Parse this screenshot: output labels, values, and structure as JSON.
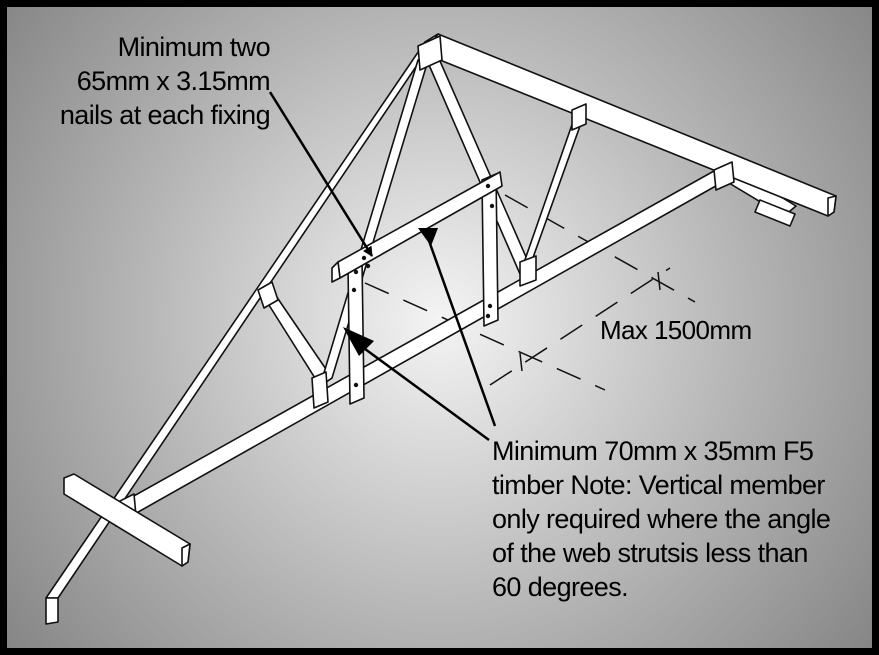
{
  "colors": {
    "frame": "#000000",
    "background_edge": "#828282",
    "background_center": "#f4f4f4",
    "timber_fill": "#ffffff",
    "timber_outline": "#111111"
  },
  "callouts": {
    "nails": {
      "lines": [
        "Minimum two",
        "65mm x 3.15mm",
        "nails at each fixing"
      ]
    },
    "spacing": {
      "text": "Max 1500mm"
    },
    "timber": {
      "lines": [
        "Minimum 70mm x 35mm F5",
        "timber Note: Vertical member",
        "only required where the angle",
        "of the web strutsis less than",
        "60 degrees."
      ]
    }
  }
}
